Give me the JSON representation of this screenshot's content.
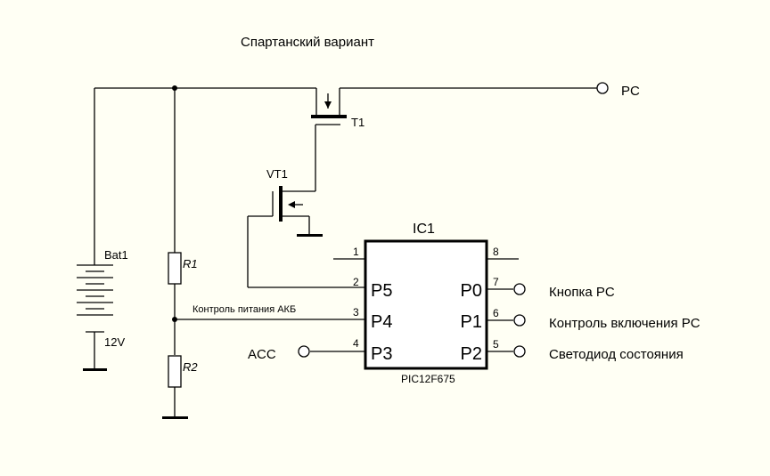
{
  "title": "Спартанский вариант",
  "colors": {
    "background": "#fffff4",
    "ink": "#000000",
    "fill": "#ffffff"
  },
  "components": {
    "battery": {
      "ref": "Bat1",
      "value": "12V"
    },
    "r1": {
      "ref": "R1"
    },
    "r2": {
      "ref": "R2"
    },
    "t1": {
      "ref": "T1"
    },
    "vt1": {
      "ref": "VT1"
    },
    "ic1": {
      "ref": "IC1",
      "part": "PIC12F675",
      "pins": [
        {
          "num": "1",
          "name": ""
        },
        {
          "num": "2",
          "name": "P5"
        },
        {
          "num": "3",
          "name": "P4"
        },
        {
          "num": "4",
          "name": "P3"
        },
        {
          "num": "5",
          "name": "P2"
        },
        {
          "num": "6",
          "name": "P1"
        },
        {
          "num": "7",
          "name": "P0"
        },
        {
          "num": "8",
          "name": ""
        }
      ]
    }
  },
  "nets": {
    "battery_monitor": "Контроль питания АКБ"
  },
  "terminals": {
    "pc": "PC",
    "acc": "ACC",
    "pc_button": "Кнопка PC",
    "pc_power_sense": "Контроль включения PC",
    "status_led": "Светодиод состояния"
  }
}
